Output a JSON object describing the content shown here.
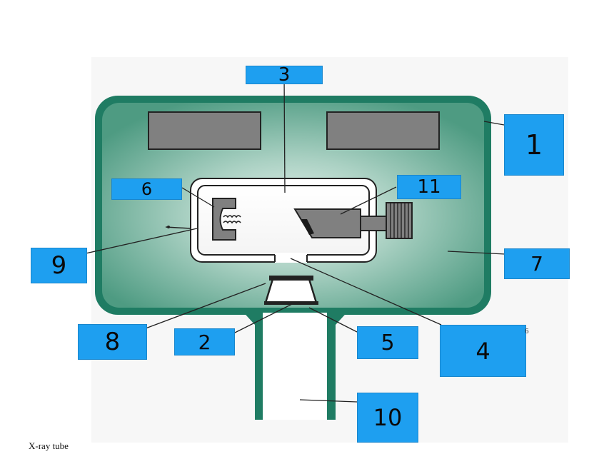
{
  "colors": {
    "housing_border": "#1e7a62",
    "housing_fill_center": "#e8f2ee",
    "housing_fill_edge": "#4f9c84",
    "label_box": "#1e9ff0",
    "component_grey": "#808080",
    "outline": "#222222"
  },
  "labels": [
    {
      "id": "1",
      "text": "1"
    },
    {
      "id": "2",
      "text": "2"
    },
    {
      "id": "3",
      "text": "3"
    },
    {
      "id": "4",
      "text": "4"
    },
    {
      "id": "5",
      "text": "5"
    },
    {
      "id": "6",
      "text": "6"
    },
    {
      "id": "7",
      "text": "7"
    },
    {
      "id": "8",
      "text": "8"
    },
    {
      "id": "9",
      "text": "9"
    },
    {
      "id": "10",
      "text": "10"
    },
    {
      "id": "11",
      "text": "11"
    }
  ],
  "stray_mark": "6",
  "caption": "X-ray tube"
}
